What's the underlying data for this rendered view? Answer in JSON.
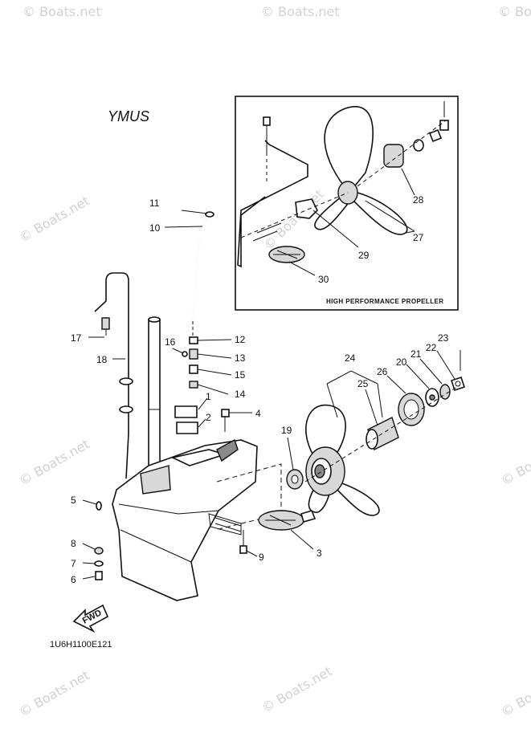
{
  "title": "YMUS",
  "diagram_code": "1U6H1100E121",
  "fwd_label": "FWD",
  "inset_caption": "HIGH PERFORMANCE PROPELLER",
  "watermark": "© Boats.net",
  "callouts": {
    "c1": "1",
    "c2": "2",
    "c3": "3",
    "c4": "4",
    "c5": "5",
    "c6": "6",
    "c7": "7",
    "c8": "8",
    "c9": "9",
    "c10": "10",
    "c11": "11",
    "c12": "12",
    "c13": "13",
    "c14": "14",
    "c15": "15",
    "c16": "16",
    "c17": "17",
    "c18": "18",
    "c19": "19",
    "c20": "20",
    "c21": "21",
    "c22": "22",
    "c23": "23",
    "c24": "24",
    "c25": "25",
    "c26": "26",
    "c27": "27",
    "c28": "28",
    "c29": "29",
    "c30": "30"
  }
}
